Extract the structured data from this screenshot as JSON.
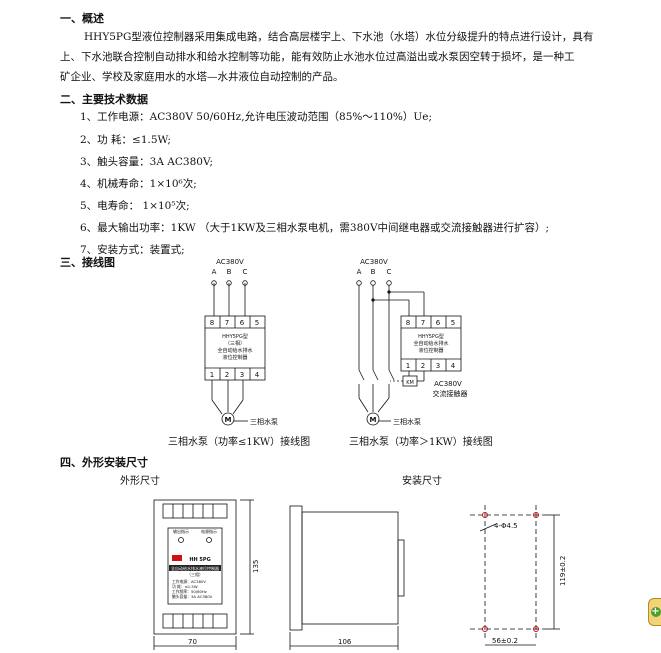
{
  "sections": {
    "overview": {
      "heading": "一、概述",
      "lines": [
        "HHY5PG型液位控制器采用集成电路，结合高层楼宇上、下水池（水塔）水位分级提升的特点进行设计，具有",
        "上、下水池联合控制自动排水和给水控制等功能，能有效防止水池水位过高溢出或水泵因空转于损坏，是一种工",
        "矿企业、学校及家庭用水的水塔—水井液位自动控制的产品。"
      ]
    },
    "specs": {
      "heading": "二、主要技术数据",
      "items": [
        "1、工作电源：AC380V   50/60Hz,允许电压波动范围（85%～110%）Ue;",
        "2、功    耗：≤1.5W;",
        "3、触头容量：3A  AC380V;",
        "4、机械寿命：1×10⁶次;",
        "5、电寿命：  1×10⁵次;",
        "6、最大输出功率：1KW  （大于1KW及三相水泵电机，需380V中间继电器或交流接触器进行扩容）;",
        "7、安装方式：装置式;"
      ]
    },
    "wiring": {
      "heading": "三、接线图",
      "supply": "AC380V",
      "phases": [
        "A",
        "B",
        "C"
      ],
      "top_terminals": [
        "8",
        "7",
        "6",
        "5"
      ],
      "bottom_terminals": [
        "1",
        "2",
        "3",
        "4"
      ],
      "device_left": [
        "HHY5PG型",
        "（三相）",
        "全自动给水排水",
        "液位控制器"
      ],
      "device_right": [
        "HHY5PG型",
        "全自动给水排水",
        "液位控制器"
      ],
      "motor_symbol": "M",
      "pump_label": "三相水泵",
      "km_label": "KM",
      "contactor_voltage": "AC380V",
      "contactor_label": "交流接触器",
      "caption_left": "三相水泵（功率≤1KW）接线图",
      "caption_right": "三相水泵（功率＞1KW）接线图"
    },
    "dimensions": {
      "heading": "四、外形安装尺寸",
      "outer_title": "外形尺寸",
      "install_title": "安装尺寸",
      "width": "70",
      "height": "135",
      "depth": "106",
      "hole_label": "4-Φ4.5",
      "hole_v": "119±0.2",
      "hole_h": "56±0.2",
      "panel_labels": [
        "输出指示",
        "电源指示"
      ],
      "brand": "HH 5PG",
      "panel_title": "全自动给水排水液位控制器",
      "panel_sub": "（三相）",
      "panel_specs": [
        "工作电源：AC380V",
        "功    耗：≤1.5W",
        "工作频率：50/60Hz",
        "触头容量：3A  AC380V"
      ]
    }
  },
  "colors": {
    "text": "#111111",
    "mark": "#d01010",
    "widget": "#f3d27a"
  },
  "icons": [
    "widget-icon"
  ]
}
